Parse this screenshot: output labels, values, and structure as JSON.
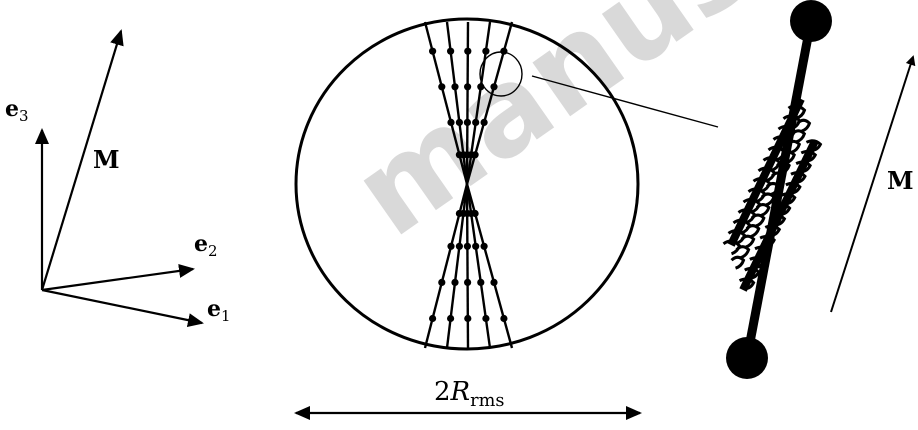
{
  "watermark": {
    "text": "manuscript"
  },
  "axes": {
    "e3": {
      "sym": "e",
      "sub": "3"
    },
    "e2": {
      "sym": "e",
      "sub": "2"
    },
    "e1": {
      "sym": "e",
      "sub": "1"
    },
    "M": "M"
  },
  "circle": {
    "dimension_prefix": "2",
    "dimension_sym": "R",
    "dimension_sub": "rms"
  },
  "molecule": {
    "M": "M"
  },
  "colors": {
    "ink": "#000000",
    "watermark": "#d9d9d9",
    "background": "#ffffff"
  }
}
